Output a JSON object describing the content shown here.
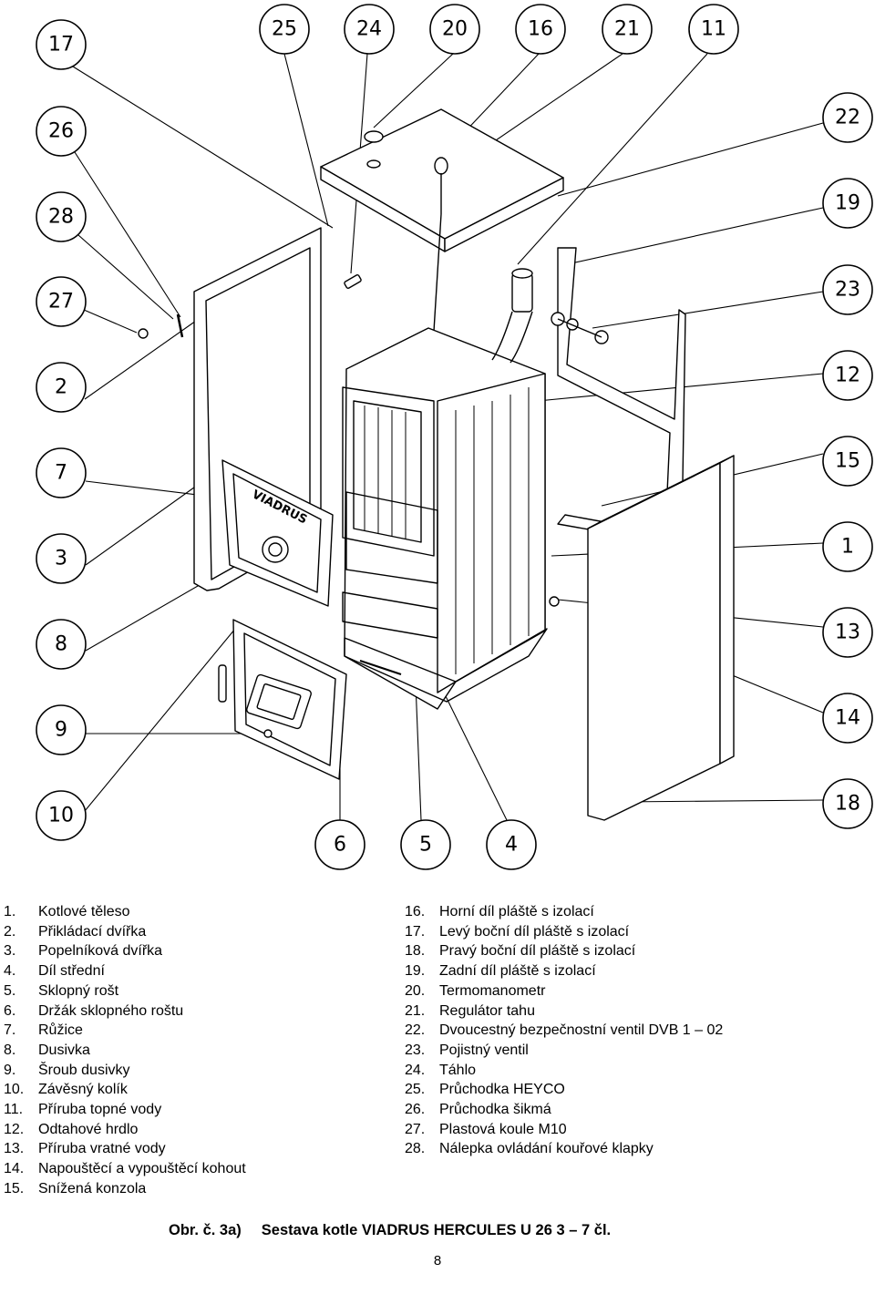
{
  "diagram": {
    "brand_label": "VIADRUS",
    "callouts": [
      "17",
      "26",
      "28",
      "27",
      "2",
      "7",
      "3",
      "8",
      "9",
      "10",
      "25",
      "24",
      "20",
      "16",
      "21",
      "11",
      "22",
      "19",
      "23",
      "12",
      "15",
      "1",
      "13",
      "14",
      "18",
      "6",
      "5",
      "4"
    ]
  },
  "legend_left": [
    {
      "num": "1.",
      "text": "Kotlové těleso"
    },
    {
      "num": "2.",
      "text": "Přikládací dvířka"
    },
    {
      "num": "3.",
      "text": "Popelníková dvířka"
    },
    {
      "num": "4.",
      "text": "Díl střední"
    },
    {
      "num": "5.",
      "text": "Sklopný rošt"
    },
    {
      "num": "6.",
      "text": "Držák sklopného roštu"
    },
    {
      "num": "7.",
      "text": "Růžice"
    },
    {
      "num": "8.",
      "text": "Dusivka"
    },
    {
      "num": "9.",
      "text": "Šroub dusivky"
    },
    {
      "num": "10.",
      "text": "Závěsný kolík"
    },
    {
      "num": "11.",
      "text": "Příruba topné vody"
    },
    {
      "num": "12.",
      "text": "Odtahové hrdlo"
    },
    {
      "num": "13.",
      "text": "Příruba vratné vody"
    },
    {
      "num": "14.",
      "text": "Napouštěcí a vypouštěcí kohout"
    },
    {
      "num": "15.",
      "text": "Snížená konzola"
    }
  ],
  "legend_right": [
    {
      "num": "16.",
      "text": "Horní díl pláště s izolací"
    },
    {
      "num": "17.",
      "text": "Levý boční díl pláště s izolací"
    },
    {
      "num": "18.",
      "text": "Pravý boční díl pláště s izolací"
    },
    {
      "num": "19.",
      "text": "Zadní díl pláště s izolací"
    },
    {
      "num": "20.",
      "text": "Termomanometr"
    },
    {
      "num": "21.",
      "text": "Regulátor tahu"
    },
    {
      "num": "22.",
      "text": "Dvoucestný bezpečnostní ventil DVB 1 – 02"
    },
    {
      "num": "23.",
      "text": "Pojistný ventil"
    },
    {
      "num": "24.",
      "text": "Táhlo"
    },
    {
      "num": "25.",
      "text": "Průchodka HEYCO"
    },
    {
      "num": "26.",
      "text": "Průchodka šikmá"
    },
    {
      "num": "27.",
      "text": "Plastová koule M10"
    },
    {
      "num": "28.",
      "text": "Nálepka ovládání kouřové klapky"
    }
  ],
  "caption": {
    "label": "Obr. č. 3a)",
    "title": "Sestava kotle VIADRUS HERCULES U 26 3 – 7 čl."
  },
  "page_number": "8"
}
